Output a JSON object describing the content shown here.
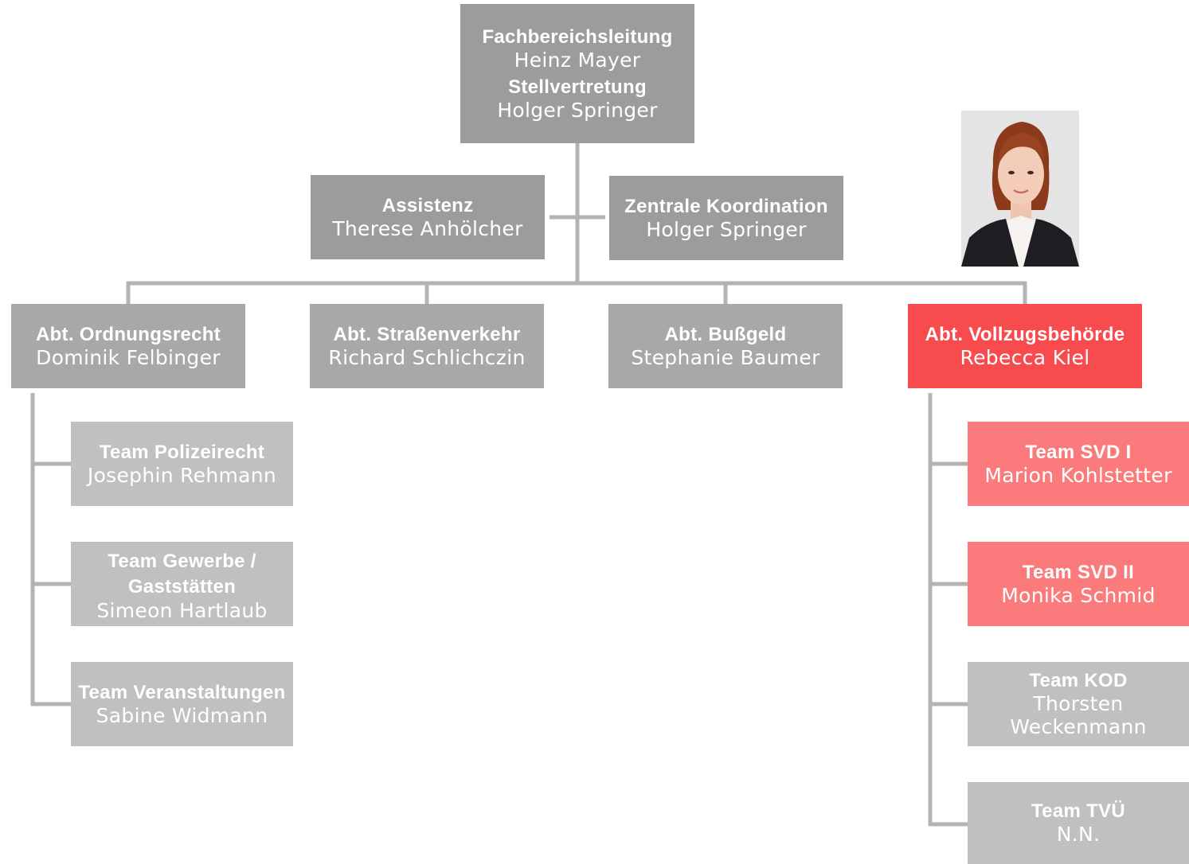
{
  "top": {
    "title": "Fachbereichsleitung",
    "name": "Heinz Mayer",
    "deputy_title": "Stellvertretung",
    "deputy_name": "Holger Springer"
  },
  "staff": {
    "assistant": {
      "title": "Assistenz",
      "name": "Therese Anhölcher"
    },
    "coordination": {
      "title": "Zentrale Koordination",
      "name": "Holger Springer"
    }
  },
  "departments": [
    {
      "title": "Abt. Ordnungsrecht",
      "name": "Dominik Felbinger"
    },
    {
      "title": "Abt. Straßenverkehr",
      "name": "Richard Schlichczin"
    },
    {
      "title": "Abt. Bußgeld",
      "name": "Stephanie Baumer"
    },
    {
      "title": "Abt. Vollzugsbehörde",
      "name": "Rebecca Kiel"
    }
  ],
  "teams_ordnungsrecht": [
    {
      "title": "Team Polizeirecht",
      "name": "Josephin Rehmann"
    },
    {
      "title": "Team Gewerbe /",
      "title2": "Gaststätten",
      "name": "Simeon Hartlaub"
    },
    {
      "title": "Team Veranstaltungen",
      "name": "Sabine Widmann"
    }
  ],
  "teams_vollzug": [
    {
      "title": "Team SVD I",
      "name": "Marion Kohlstetter"
    },
    {
      "title": "Team SVD II",
      "name": "Monika Schmid"
    },
    {
      "title": "Team KOD",
      "name": "Thorsten",
      "name2": "Weckenmann"
    },
    {
      "title": "Team TVÜ",
      "name": "N.N."
    }
  ],
  "colors": {
    "top_box": "#9c9c9c",
    "department_box": "#a8a8a8",
    "team_box": "#c0c0c0",
    "highlight_department": "#f84b4e",
    "highlight_team": "#fb7a7c",
    "connector": "#b3b3b3"
  },
  "photo": {
    "icon": "portrait-photo"
  }
}
